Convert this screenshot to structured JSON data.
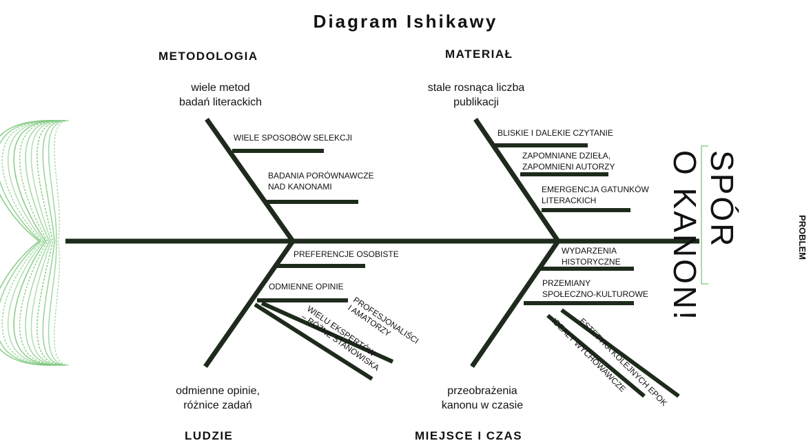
{
  "title": "Diagram  Ishikawy",
  "problem": {
    "lines": [
      "SPÓR",
      "O KANON!"
    ],
    "tag": "PROBLEM"
  },
  "categories": {
    "metodologia": {
      "name": "METODOLOGIA",
      "desc": [
        "wiele metod",
        "badań literackich"
      ],
      "causes": [
        {
          "lines": [
            "WIELE SPOSOBÓW SELEKCJI"
          ]
        },
        {
          "lines": [
            "BADANIA PORÓWNAWCZE",
            "NAD KANONAMI"
          ]
        }
      ]
    },
    "material": {
      "name": "MATERIAŁ",
      "desc": [
        "stale rosnąca liczba",
        "publikacji"
      ],
      "causes": [
        {
          "lines": [
            "BLISKIE I DALEKIE CZYTANIE"
          ]
        },
        {
          "lines": [
            "ZAPOMNIANE DZIEŁA,",
            "ZAPOMNIENI AUTORZY"
          ]
        },
        {
          "lines": [
            "EMERGENCJA GATUNKÓW",
            "LITERACKICH"
          ]
        }
      ]
    },
    "ludzie": {
      "name": "LUDZIE",
      "desc": [
        "odmienne opinie,",
        "różnice zadań"
      ],
      "causes": [
        {
          "lines": [
            "PREFERENCJE OSOBISTE"
          ]
        },
        {
          "lines": [
            "ODMIENNE OPINIE"
          ]
        },
        {
          "lines": [
            "PROFESJONALIŚCI",
            "I AMATORZY"
          ]
        },
        {
          "lines": [
            "WIELU EKSPERTÓW",
            "– RÓŻNE STANOWISKA"
          ]
        }
      ]
    },
    "miejsce_czas": {
      "name": "MIEJSCE I CZAS",
      "desc": [
        "przeobrażenia",
        "kanonu w czasie"
      ],
      "causes": [
        {
          "lines": [
            "WYDARZENIA",
            "HISTORYCZNE"
          ]
        },
        {
          "lines": [
            "PRZEMIANY",
            "SPOŁECZNO-KULTUROWE"
          ]
        },
        {
          "lines": [
            "ESTETYKA KOLEJNYCH EPOK"
          ]
        },
        {
          "lines": [
            "IDEAŁY WYCHOWAWCZE"
          ]
        }
      ]
    }
  },
  "colors": {
    "bone": "#1e2b1c",
    "tail": "#76c576",
    "bracket": "#8fce8f"
  }
}
